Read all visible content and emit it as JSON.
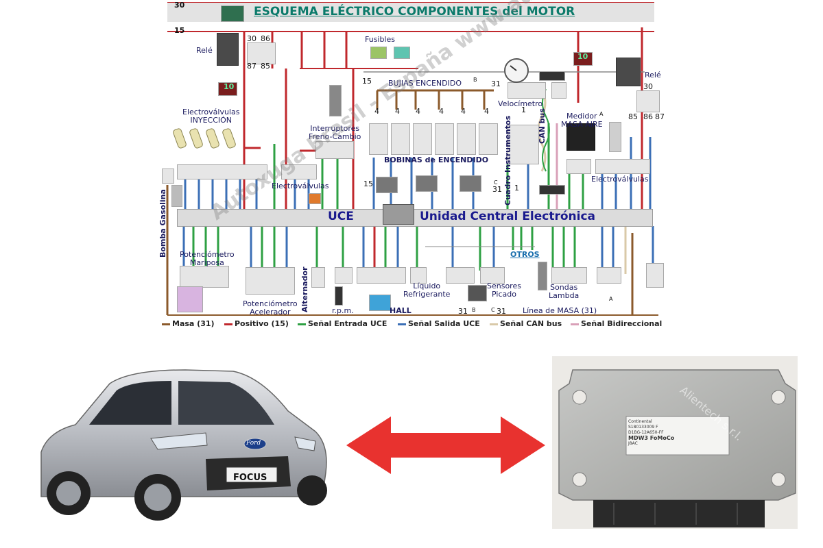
{
  "diagram": {
    "title": "ESQUEMA ELÉCTRICO COMPONENTES del MOTOR",
    "rail_30": "30",
    "rail_15": "15",
    "uce_short": "UCE",
    "uce_long": "Unidad Central Electrónica",
    "labels": {
      "rele_left": "Relé",
      "rele_right": "Relé",
      "fusibles": "Fusibles",
      "fuse_10_a": "10",
      "fuse_10_b": "10",
      "electrovalvulas_inyeccion": "Electroválvulas\nINYECCIÓN",
      "interruptores": "Interruptores\nFreno-Cambio",
      "bujias": "BUJIAS ENCENDIDO",
      "bobinas": "BOBINAS de ENCENDIDO",
      "velocimetro": "Velocímetro",
      "can_bus": "CAN bus",
      "cuadro_instrumentos": "Cuadro Instrumentos",
      "medidor_masa": "Medidor\nMASA AIRE",
      "electrovalvulas_center": "Electroválvulas",
      "electrovalvulas_right": "Electroválvulas",
      "bomba_gasolina": "Bomba Gasolina",
      "potenciometro_mariposa": "Potenciómetro\nMariposa",
      "potenciometro_acelerador": "Potenciómetro\nAcelerador",
      "alternador": "Alternador",
      "rpm": "r.p.m.",
      "hall": "HALL",
      "liquido": "Líquido\nRefrigerante",
      "sensores_picado": "Sensores\nPicado",
      "sondas_lambda": "Sondas\nLambda",
      "otros": "OTROS",
      "linea_masa": "Línea de MASA (31)"
    },
    "numbers": {
      "n30a": "30",
      "n86a": "86",
      "n87a": "87",
      "n85a": "85",
      "n15b": "15",
      "n31b": "31",
      "nB": "B",
      "n1a": "1",
      "n1b": "1",
      "n15c": "15",
      "nC": "C",
      "n31c": "31",
      "nA": "A",
      "nA2": "A",
      "n30r": "30",
      "n85r": "85",
      "n86r": "86",
      "n87r": "87",
      "n31d": "31",
      "nB2": "B",
      "nC2": "C",
      "n31e": "31",
      "four": "4"
    },
    "legend": [
      {
        "label": "Masa (31)",
        "color": "#8b5a2b"
      },
      {
        "label": "Positivo (15)",
        "color": "#c0282d"
      },
      {
        "label": "Señal Entrada UCE",
        "color": "#2ea043"
      },
      {
        "label": "Señal Salida UCE",
        "color": "#3b6fb6"
      },
      {
        "label": "Señal CAN bus",
        "color": "#d9c9a8"
      },
      {
        "label": "Señal Bidireccional",
        "color": "#d9a0b8"
      }
    ],
    "watermark": "Autoxuga Brasil - España www.autoxuga.com"
  },
  "car": {
    "badge": "FOCUS",
    "brand": "Ford"
  },
  "ecu": {
    "watermark": "Alientech s.r.l.",
    "label_lines": [
      "Continental",
      "S180133009 F",
      "D1BG-12A650-FF",
      "MDW3 FoMoCo",
      "J8AC"
    ]
  },
  "colors": {
    "arrow": "#e8322f",
    "title": "#0a7a6a",
    "uce_text": "#1a1a8e"
  }
}
